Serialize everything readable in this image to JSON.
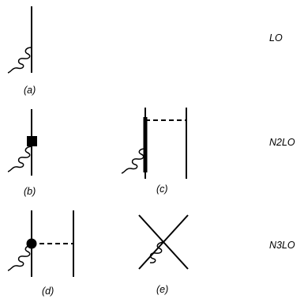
{
  "diagrams": [
    {
      "id": "a",
      "label": "(a)"
    },
    {
      "id": "b",
      "label": "(b)"
    },
    {
      "id": "c",
      "label": "(c)"
    },
    {
      "id": "d",
      "label": "(d)"
    },
    {
      "id": "e",
      "label": "(e)"
    }
  ],
  "orders": {
    "row1": "LO",
    "row2": "N2LO",
    "row3": "N3LO"
  }
}
